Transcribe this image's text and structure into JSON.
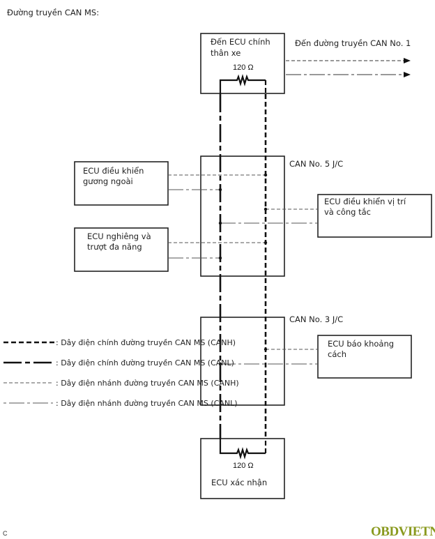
{
  "title": "Đường truyền CAN MS:",
  "boxes": {
    "body_ecu": {
      "line1": "Đến ECU chính",
      "line2": "thân xe",
      "resistor": "120 Ω"
    },
    "can_no1": "Đến đường truyền CAN No. 1",
    "jc5": "CAN No. 5 J/C",
    "jc3": "CAN No. 3 J/C",
    "mirror_ecu": {
      "line1": "ECU điều khiển",
      "line2": "gương ngoài"
    },
    "tilt_ecu": {
      "line1": "ECU nghiêng và",
      "line2": "trượt đa năng"
    },
    "position_ecu": {
      "line1": "ECU điều khiển vị trí",
      "line2": "và công tắc"
    },
    "clearance_ecu": {
      "line1": "ECU báo khoảng",
      "line2": "cách"
    },
    "cert_ecu": {
      "label": "ECU xác nhận",
      "resistor": "120 Ω"
    }
  },
  "legend": [
    {
      "style": "main-canh",
      "text": ": Dây điện chính đường truyền CAN MS (CANH)"
    },
    {
      "style": "main-canl",
      "text": ": Dây điện chính đường truyền CAN MS (CANL)"
    },
    {
      "style": "branch-canh",
      "text": ": Dây điện nhánh đường truyền CAN MS (CANH)"
    },
    {
      "style": "branch-canl",
      "text": ": Dây điện nhánh đường truyền CAN MS (CANL)"
    }
  ],
  "footer": {
    "code": "C",
    "brand": "OBDVIETNAM"
  },
  "colors": {
    "brand": "#8a9a1f",
    "line": "#111111"
  }
}
